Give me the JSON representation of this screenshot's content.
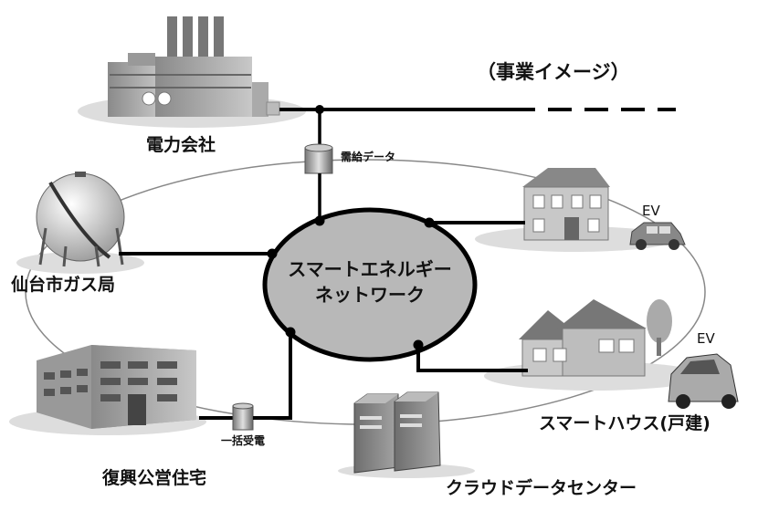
{
  "title": "（事業イメージ）",
  "hub": {
    "line1": "スマートエネルギー",
    "line2": "ネットワーク"
  },
  "nodes": {
    "power_company": "電力会社",
    "gas_bureau": "仙台市ガス局",
    "public_housing": "復興公営住宅",
    "cloud_center": "クラウドデータセンター",
    "smart_house": "スマートハウス(戸建)",
    "ev_top": "EV",
    "ev_bottom": "EV"
  },
  "connectors": {
    "supply_data": "需給データ",
    "bulk_power": "一括受電"
  },
  "colors": {
    "line": "#000000",
    "ring": "#888888",
    "hub_fill": "#b8b8b8",
    "ground": "#dddddd"
  }
}
